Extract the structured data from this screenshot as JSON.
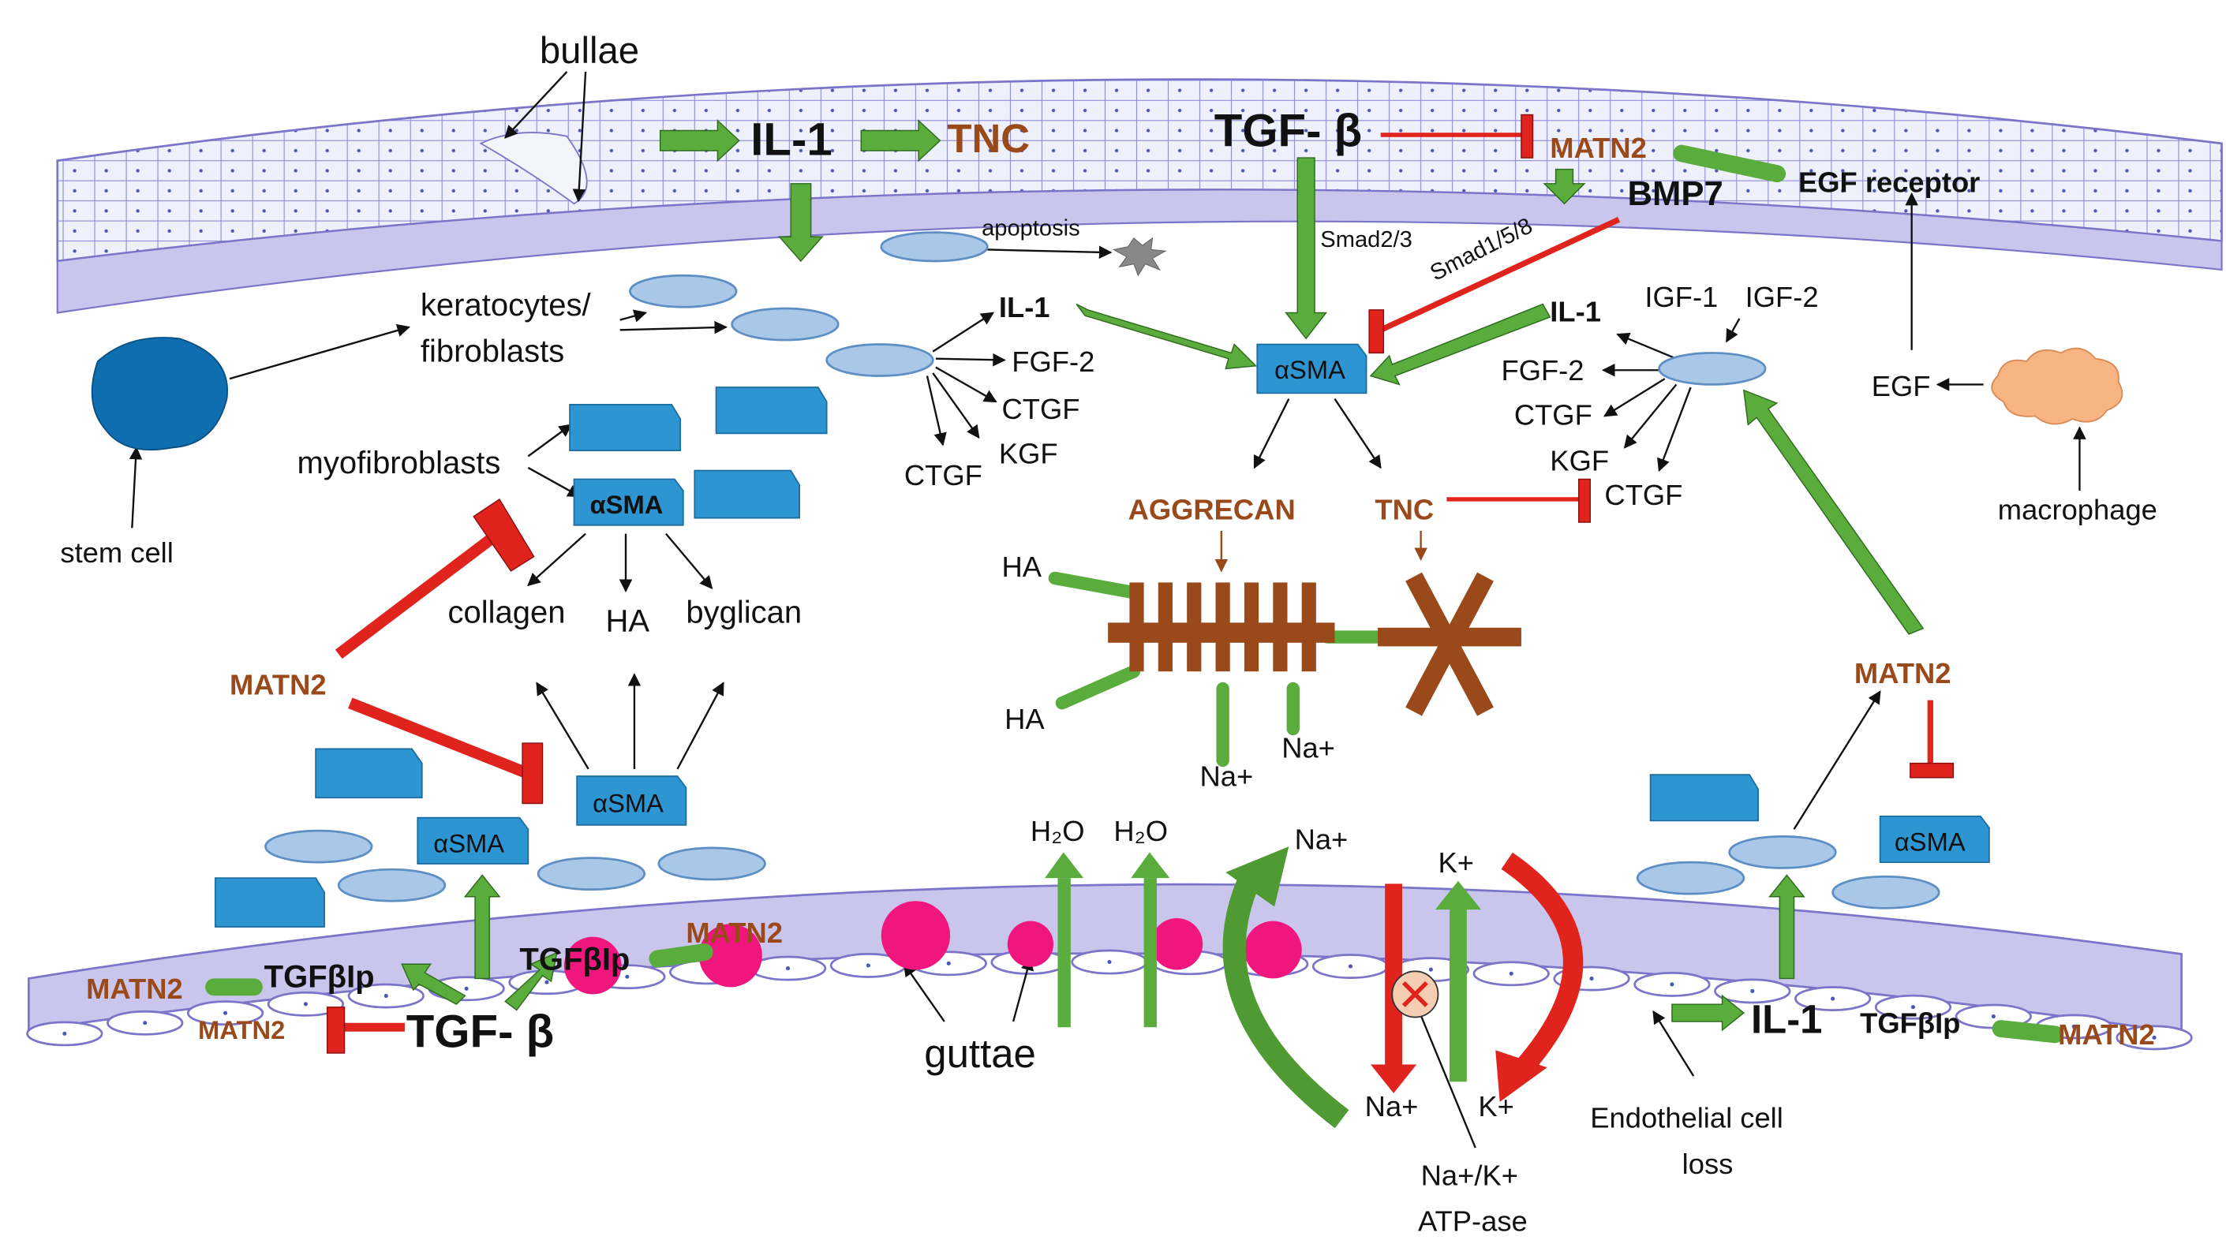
{
  "colors": {
    "epithelium_fill": "#e6e6f7",
    "membrane_fill": "#c9c5ec",
    "membrane_stroke": "#7b74c9",
    "cell_fill": "#a9c8e8",
    "cell_stroke": "#5d8fc4",
    "myofibroblast": "#2e95d3",
    "stem_cell": "#0f6eb0",
    "green_arrow": "#5aac3c",
    "red_inhibit": "#e0231c",
    "brown": "#9a4a1a",
    "guttae": "#f0167e",
    "macrophage": "#f8b483",
    "black": "#111111"
  },
  "labels": {
    "bullae": "bullae",
    "il1_top": "IL-1",
    "tnc_top": "TNC",
    "tgfb_top": "TGF- β",
    "matn2_top": "MATN2",
    "bmp7": "BMP7",
    "egf_receptor": "EGF receptor",
    "apoptosis": "apoptosis",
    "smad23": "Smad2/3",
    "smad158": "Smad1/5/8",
    "keratocytes": "keratocytes/",
    "fibroblasts": "fibroblasts",
    "il1_mid_left": "IL-1",
    "fgf2_left": "FGF-2",
    "ctgf_left1": "CTGF",
    "kgf_left": "KGF",
    "ctgf_left2": "CTGF",
    "asma_center": "αSMA",
    "il1_mid_right": "IL-1",
    "igf1": "IGF-1",
    "igf2": "IGF-2",
    "fgf2_right": "FGF-2",
    "ctgf_right1": "CTGF",
    "kgf_right": "KGF",
    "ctgf_right2": "CTGF",
    "egf": "EGF",
    "macrophage": "macrophage",
    "stem_cell": "stem cell",
    "myofibroblasts": "myofibroblasts",
    "asma_myo": "αSMA",
    "collagen": "collagen",
    "ha_left": "HA",
    "byglican": "byglican",
    "matn2_left": "MATN2",
    "aggrecan": "AGGRECAN",
    "tnc_mid": "TNC",
    "ha_upper": "HA",
    "ha_lower": "HA",
    "na_a": "Na+",
    "na_b": "Na+",
    "asma_lower_left": "αSMA",
    "asma_lower_mid": "αSMA",
    "matn2_lower_right": "MATN2",
    "asma_lower_right": "αSMA",
    "h2o_1": "H₂O",
    "h2o_2": "H₂O",
    "na_pump_top": "Na+",
    "k_pump_top": "K+",
    "na_pump_bottom": "Na+",
    "k_pump_bottom": "K+",
    "matn2_desc_left1": "MATN2",
    "tgfbip_left1": "TGFβIp",
    "tgfbip_left2": "TGFβIp",
    "matn2_desc_left2": "MATN2",
    "matn2_desc_left3": "MATN2",
    "tgfb_bottom": "TGF- β",
    "guttae": "guttae",
    "pump_line1": "Na+/K+",
    "pump_line2": "ATP-ase",
    "endo_line1": "Endothelial cell",
    "endo_line2": "loss",
    "il1_bottom": "IL-1",
    "tgfbip_right": "TGFβIp",
    "matn2_bottom_right": "MATN2"
  }
}
